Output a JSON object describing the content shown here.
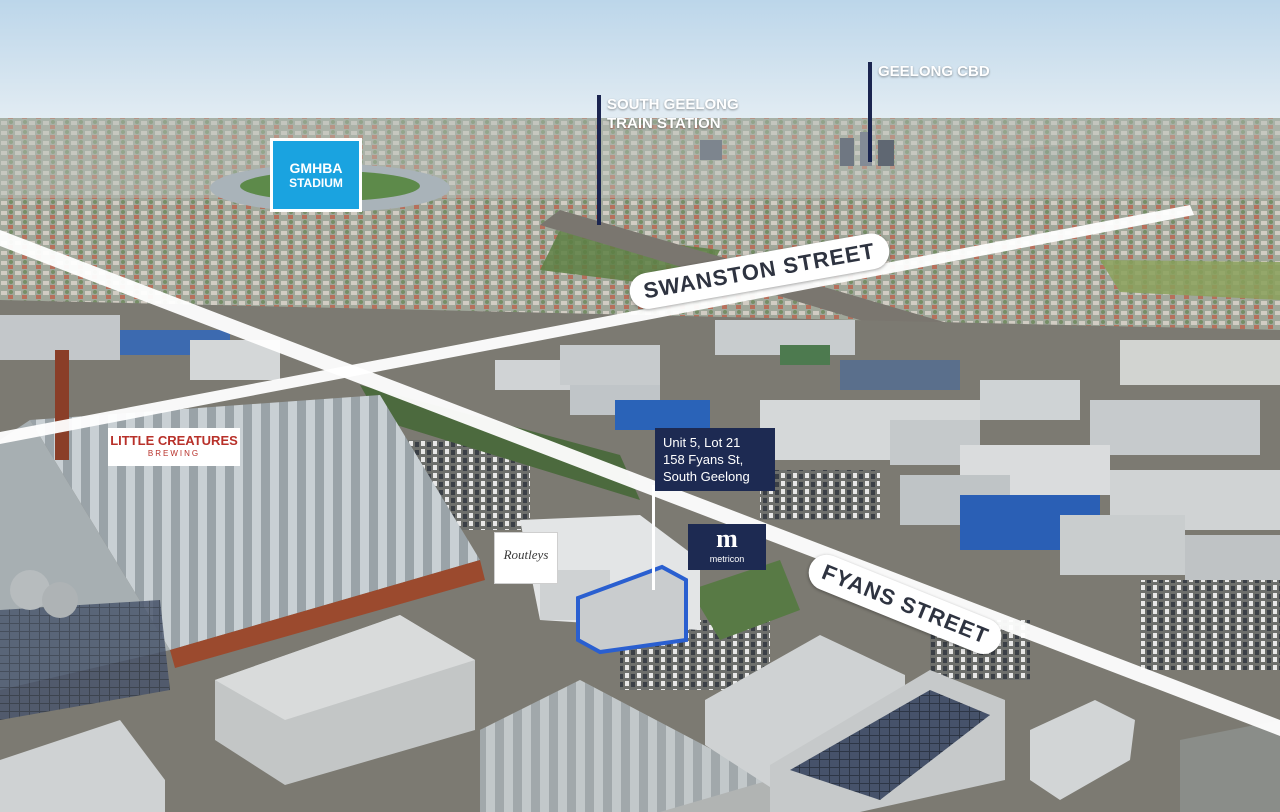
{
  "landmarks": {
    "stadium_logo_line1": "GMHBA",
    "stadium_logo_line2": "STADIUM",
    "train_station_line1": "SOUTH GEELONG",
    "train_station_line2": "TRAIN STATION",
    "cbd": "GEELONG CBD"
  },
  "roads": {
    "swanston": "SWANSTON STREET",
    "fyans": "FYANS STREET"
  },
  "property": {
    "line1": "Unit 5, Lot 21",
    "line2": "158 Fyans St,",
    "line3": "South Geelong"
  },
  "logos": {
    "little_creatures_main": "LITTLE CREATURES",
    "little_creatures_sub": "BREWING",
    "routleys": "Routleys",
    "metricon_mark": "m",
    "metricon_word": "metricon"
  },
  "colors": {
    "navy": "#1d2a52",
    "stadium_blue": "#1aa3e0",
    "highlight_blue": "#2a5fd0",
    "road_white": "#ffffff"
  }
}
